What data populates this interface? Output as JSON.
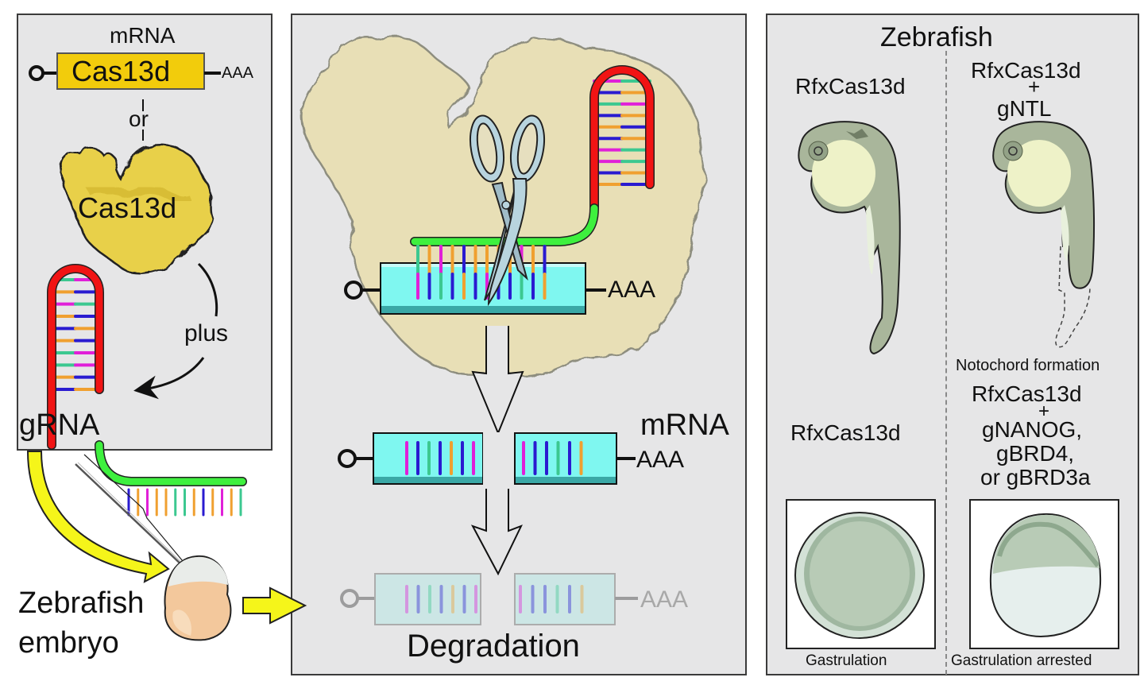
{
  "left_panel": {
    "mrna_label": "mRNA",
    "cas13d_gene_label": "Cas13d",
    "poly_a_label": "AAA",
    "or_label": "or",
    "protein_label": "Cas13d",
    "plus_label": "plus",
    "grna_label": "gRNA"
  },
  "embryo": {
    "label_line1": "Zebrafish",
    "label_line2": "embryo"
  },
  "middle_panel": {
    "poly_a_label_top": "AAA",
    "mrna_label": "mRNA",
    "poly_a_label_cut": "AAA",
    "poly_a_label_degraded": "AAA",
    "degradation_label": "Degradation"
  },
  "right_panel": {
    "title": "Zebrafish",
    "control_label_top": "RfxCas13d",
    "treated_label_top_line1": "RfxCas13d",
    "treated_label_top_line2": "+",
    "treated_label_top_line3": "gNTL",
    "notochord_label": "Notochord formation",
    "control_label_bottom": "RfxCas13d",
    "treated_label_bottom_line1": "RfxCas13d",
    "treated_label_bottom_line2": "+",
    "treated_label_bottom_line3": "gNANOG,",
    "treated_label_bottom_line4": "gBRD4,",
    "treated_label_bottom_line5": "or gBRD3a",
    "gastrulation_label": "Gastrulation",
    "gastrulation_arrested_label": "Gastrulation arrested"
  },
  "colors": {
    "panel_bg": "#e6e6e7",
    "gene_yellow": "#f2cc0c",
    "protein_yellow": "#e8d04a",
    "protein_faded": "#e9dfb4",
    "stem_red": "#f11414",
    "spacer_green": "#3ef03e",
    "mrna_cyan": "#7ff7f0",
    "arrow_yellow": "#f5f51a",
    "base_blue": "#2a1bd0",
    "base_orange": "#f0a030",
    "base_magenta": "#e020d8",
    "base_teal": "#3cc890",
    "scissors": "#b8d4de",
    "embryo_orange": "#f3c89c",
    "fish_body": "#a9b69b",
    "fish_yolk": "#eef2c8"
  }
}
